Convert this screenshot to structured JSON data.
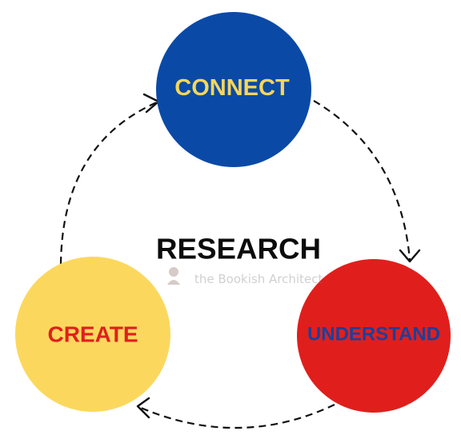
{
  "center": {
    "title": "RESEARCH"
  },
  "watermark": {
    "text": "the Bookish Architect"
  },
  "nodes": [
    {
      "id": "connect",
      "label": "CONNECT",
      "fill": "#0a4aa6",
      "text_color": "#f6d65a"
    },
    {
      "id": "understand",
      "label": "UNDERSTAND",
      "fill": "#e01f1c",
      "text_color": "#1d3f9a"
    },
    {
      "id": "create",
      "label": "CREATE",
      "fill": "#fbd85d",
      "text_color": "#e01f1c"
    }
  ],
  "cycle": [
    "CONNECT",
    "UNDERSTAND",
    "CREATE"
  ],
  "arrow_style": "dashed"
}
